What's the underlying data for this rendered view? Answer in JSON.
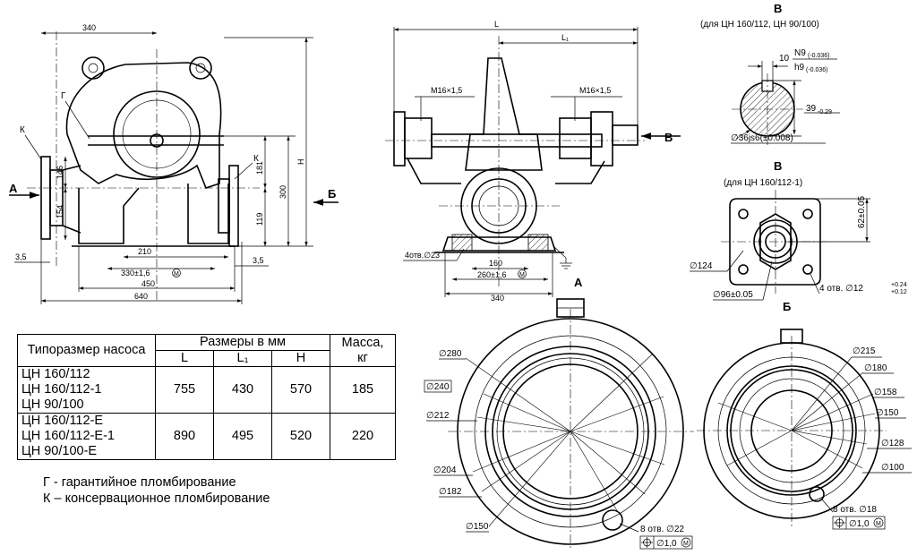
{
  "left_view": {
    "dims": {
      "w340": "340",
      "d146": "146",
      "d154": "154",
      "d181": "181",
      "d300": "300",
      "d119": "119",
      "H": "H",
      "d35a": "3,5",
      "d35b": "3,5",
      "d210": "210",
      "d330": "330±1,6",
      "d450": "450",
      "d640": "640"
    },
    "labels": {
      "A": "А",
      "B": "Б",
      "G": "Г",
      "K1": "К",
      "K2": "К"
    }
  },
  "middle_view": {
    "dims": {
      "L": "L",
      "L1": "L₁",
      "m1": "M16×1,5",
      "m2": "M16×1,5",
      "holes": "4отв.∅23",
      "d160": "160",
      "d260": "260±1,6",
      "d340": "340"
    },
    "labels": {
      "V": "В"
    }
  },
  "view_v1": {
    "title": "В",
    "subtitle": "(для ЦН 160/112, ЦН 90/100)",
    "d10": "10",
    "n9": "N9",
    "n9_tol": "(-0.036)",
    "h9": "h9",
    "h9_tol": "(-0.036)",
    "d39": "39",
    "d39_tol": "-0.29",
    "shaft": "∅36js6(±0.008)"
  },
  "view_v2": {
    "title": "В",
    "subtitle": "(для ЦН 160/112-1)",
    "d62": "62±0.05",
    "d124": "∅124",
    "d96": "∅96±0.05",
    "holes": "4 отв. ∅12",
    "holes_tol_up": "+0.24",
    "holes_tol_dn": "+0.12"
  },
  "flange_a": {
    "title": "А",
    "d280": "∅280",
    "d240": "∅240",
    "d212": "∅212",
    "d204": "∅204",
    "d182": "∅182",
    "d150": "∅150",
    "holes": "8 отв. ∅22",
    "tol": "∅1,0"
  },
  "flange_b": {
    "title": "Б",
    "d215": "∅215",
    "d180": "∅180",
    "d158": "∅158",
    "d150": "∅150",
    "d128": "∅128",
    "d100": "∅100",
    "holes": "8 отв. ∅18",
    "tol": "∅1,0"
  },
  "table": {
    "head_model": "Типоразмер\nнасоса",
    "head_dims": "Размеры в мм",
    "head_mass": "Масса,\nкг",
    "col_L": "L",
    "col_L1": "L₁",
    "col_H": "H",
    "rows": [
      {
        "models": "ЦН 160/112\nЦН 160/112-1\nЦН 90/100",
        "L": "755",
        "L1": "430",
        "H": "570",
        "mass": "185"
      },
      {
        "models": "ЦН 160/112-Е\nЦН 160/112-Е-1\nЦН 90/100-Е",
        "L": "890",
        "L1": "495",
        "H": "520",
        "mass": "220"
      }
    ]
  },
  "notes": {
    "g": "Г - гарантийное пломбирование",
    "k": "К – консервационное пломбирование"
  }
}
